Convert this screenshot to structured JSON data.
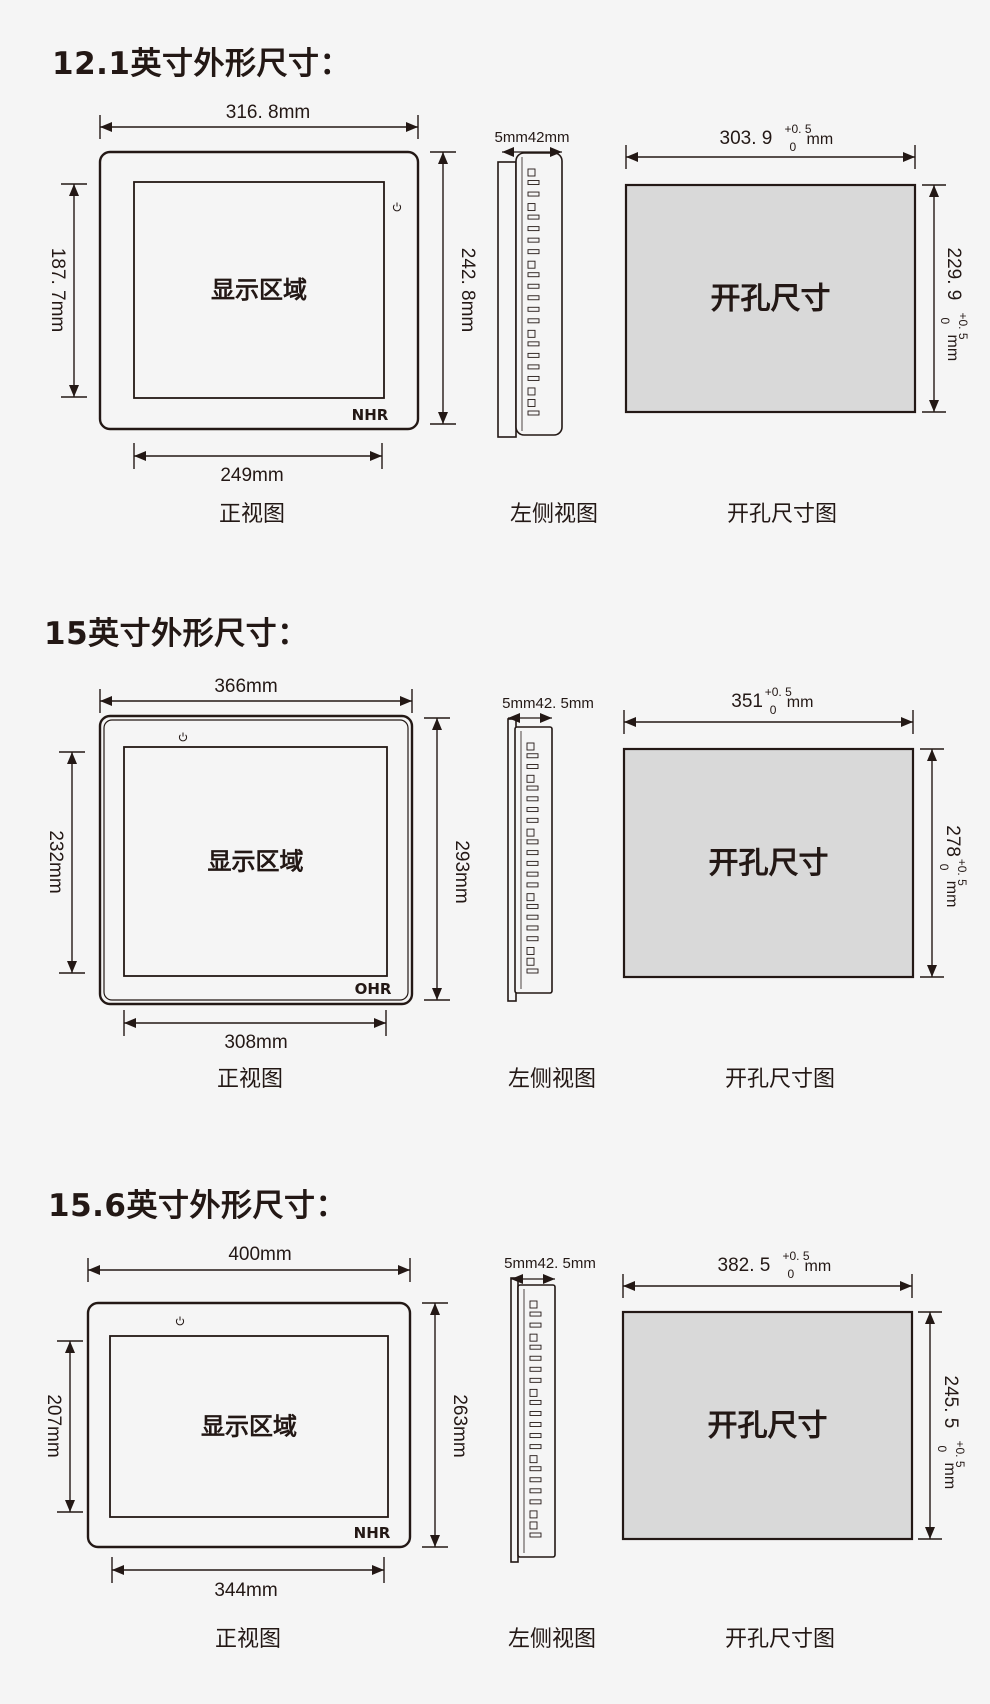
{
  "sections": [
    {
      "title": "12.1英寸外形尺寸：",
      "front": {
        "screen_label": "显示区域",
        "width": "316. 8mm",
        "height": "242. 8mm",
        "display_width": "249mm",
        "display_height": "187. 7mm",
        "logo": "NHR",
        "power_icon": "power-icon"
      },
      "side": {
        "bezel": "5mm",
        "depth": "42mm"
      },
      "cutout": {
        "label": "开孔尺寸",
        "width": "303. 9",
        "width_unit": "mm",
        "height": "229. 9",
        "height_unit": "mm",
        "tol_upper": "+0. 5",
        "tol_lower": "0"
      },
      "captions": {
        "front": "正视图",
        "side": "左侧视图",
        "cutout": "开孔尺寸图"
      }
    },
    {
      "title": "15英寸外形尺寸：",
      "front": {
        "screen_label": "显示区域",
        "width": "366mm",
        "height": "293mm",
        "display_width": "308mm",
        "display_height": "232mm",
        "logo": "OHR",
        "power_icon": "power-icon"
      },
      "side": {
        "bezel": "5mm",
        "depth": "42. 5mm"
      },
      "cutout": {
        "label": "开孔尺寸",
        "width": "351",
        "width_unit": "mm",
        "height": "278",
        "height_unit": "mm",
        "tol_upper": "+0. 5",
        "tol_lower": "0"
      },
      "captions": {
        "front": "正视图",
        "side": "左侧视图",
        "cutout": "开孔尺寸图"
      }
    },
    {
      "title": "15.6英寸外形尺寸：",
      "front": {
        "screen_label": "显示区域",
        "width": "400mm",
        "height": "263mm",
        "display_width": "344mm",
        "display_height": "207mm",
        "logo": "NHR",
        "power_icon": "power-icon"
      },
      "side": {
        "bezel": "5mm",
        "depth": "42. 5mm"
      },
      "cutout": {
        "label": "开孔尺寸",
        "width": "382. 5",
        "width_unit": "mm",
        "height": "245. 5",
        "height_unit": "mm",
        "tol_upper": "+0. 5",
        "tol_lower": "0"
      },
      "captions": {
        "front": "正视图",
        "side": "左侧视图",
        "cutout": "开孔尺寸图"
      }
    }
  ],
  "colors": {
    "background": "#f5f5f5",
    "line": "#231815",
    "cutout_fill": "#d9d9d9",
    "panel_fill": "#f5f5f5"
  }
}
